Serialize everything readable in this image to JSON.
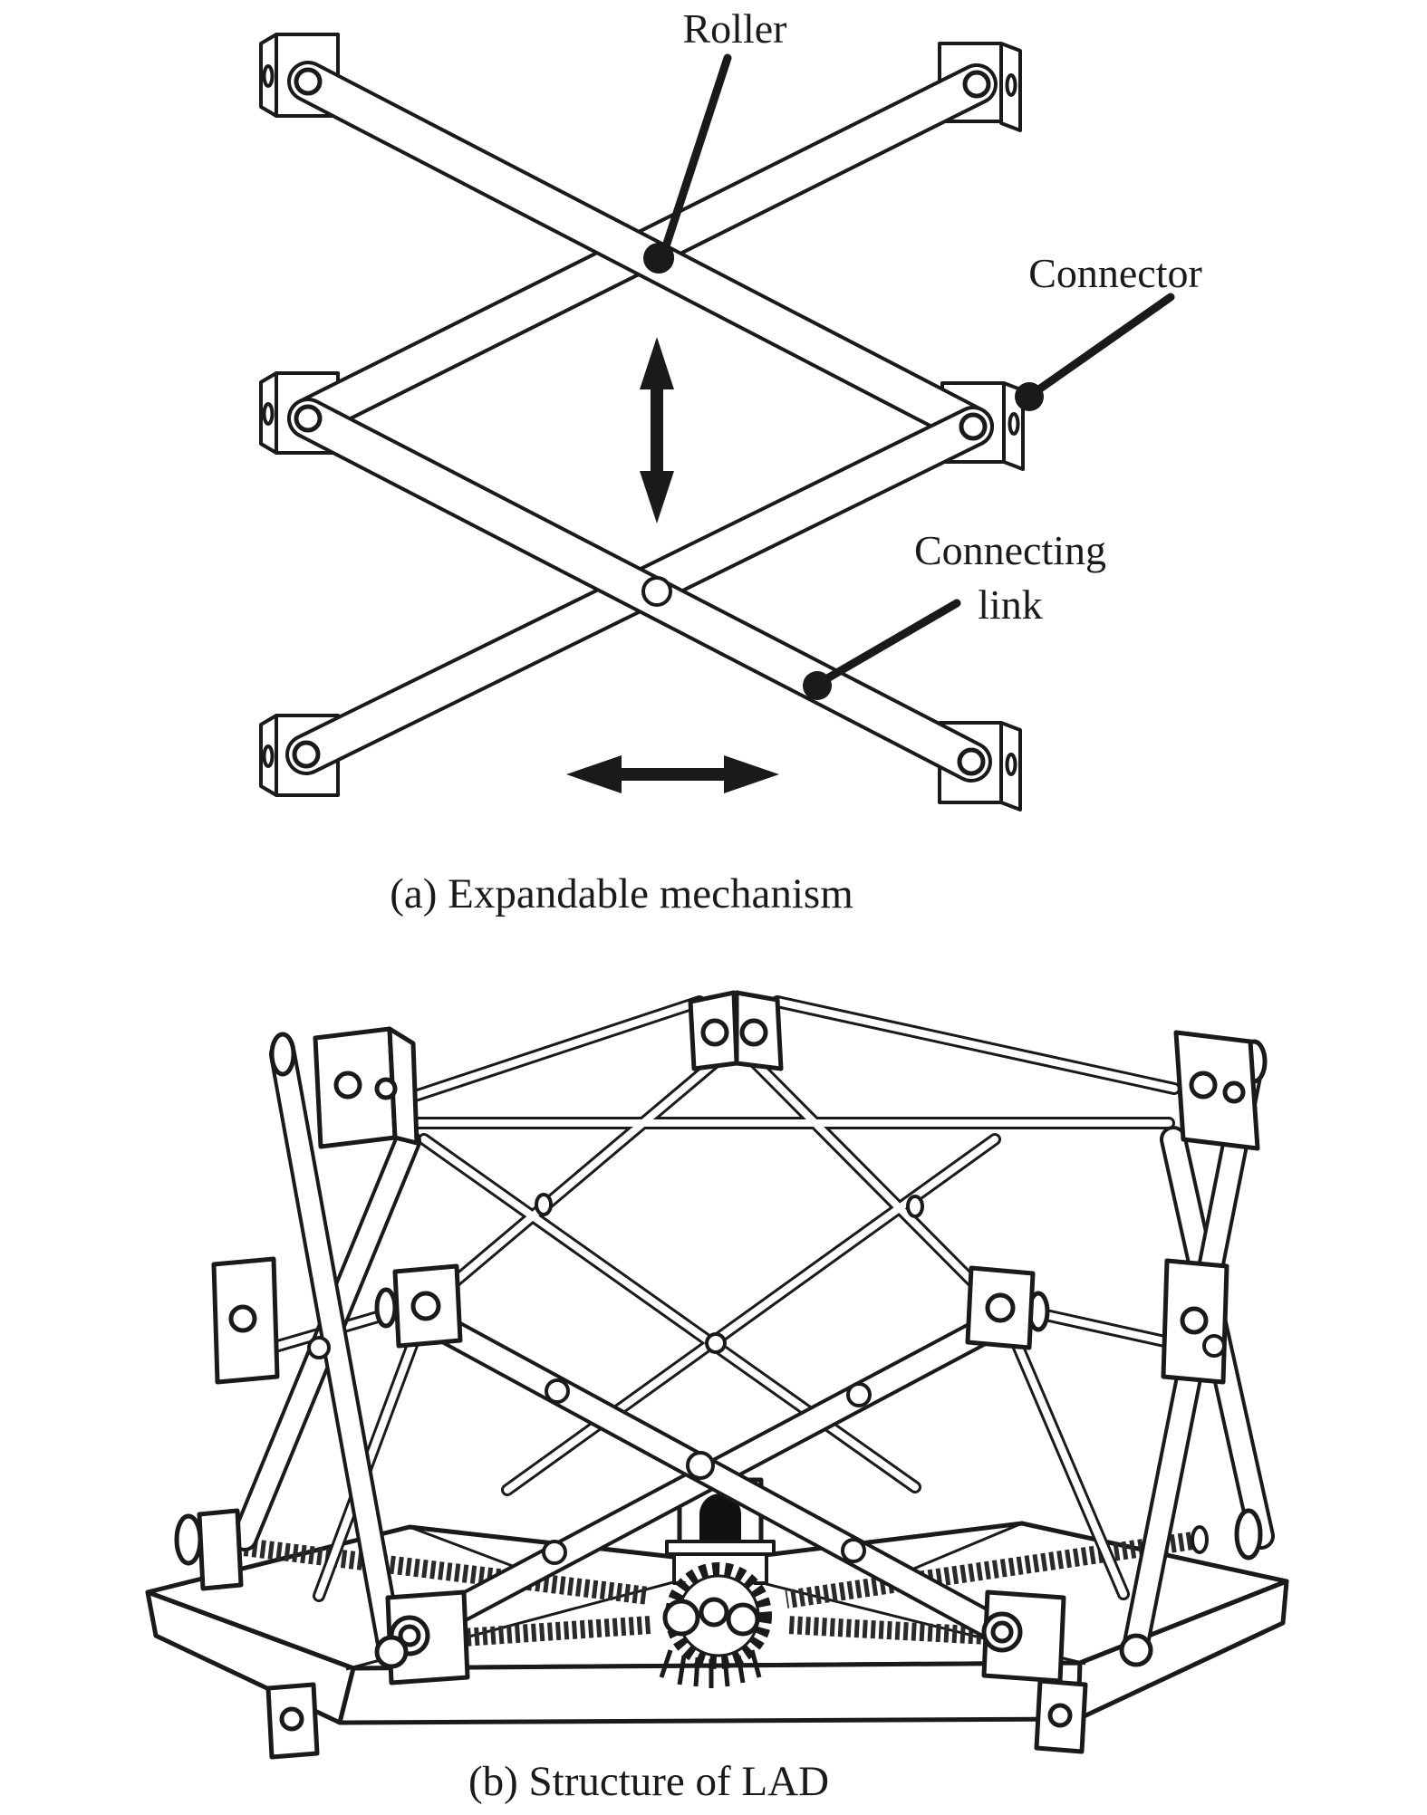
{
  "colors": {
    "ink": "#1a1a1a",
    "paper": "#ffffff"
  },
  "panel_a": {
    "caption": "(a) Expandable mechanism",
    "labels": {
      "roller": "Roller",
      "connector": "Connector",
      "connecting_link": "Connecting\nlink"
    }
  },
  "panel_b": {
    "caption": "(b) Structure of LAD"
  }
}
